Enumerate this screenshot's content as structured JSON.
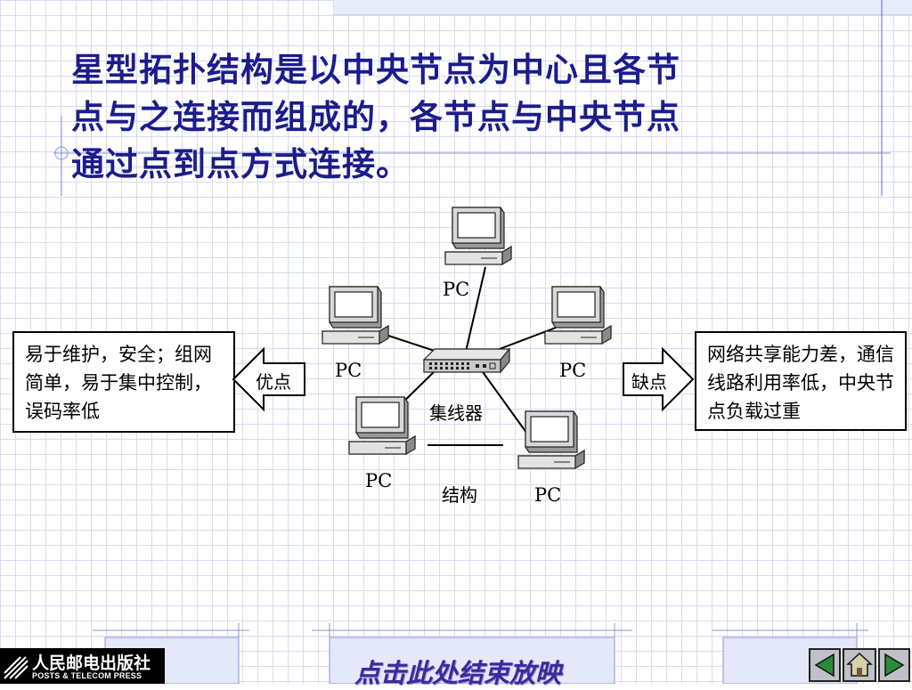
{
  "slide": {
    "title_lines": [
      "星型拓扑结构是以中央节点为中心且各节",
      "点与之连接而组成的，各节点与中央节点",
      "通过点到点方式连接。"
    ]
  },
  "diagram": {
    "pc_label": "PC",
    "hub_label": "集线器",
    "structure_label": "结构",
    "advantages_label": "优点",
    "disadvantages_label": "缺点",
    "advantages_text": "易于维护，安全；组网简单，易于集中控制，误码率低",
    "disadvantages_text": "网络共享能力差，通信线路利用率低，中央节点负载过重"
  },
  "footer": {
    "publisher_cn": "人民邮电出版社",
    "publisher_en": "POSTS & TELECOM PRESS",
    "end_show_link": "点击此处结束放映"
  },
  "colors": {
    "title": "#1c1c8c",
    "grid": "#d6dcf0",
    "link": "#3a2a9c"
  },
  "icons": [
    "pc-icon",
    "hub-icon",
    "arrow-left-icon",
    "arrow-right-icon",
    "prev-icon",
    "home-icon",
    "next-icon"
  ]
}
